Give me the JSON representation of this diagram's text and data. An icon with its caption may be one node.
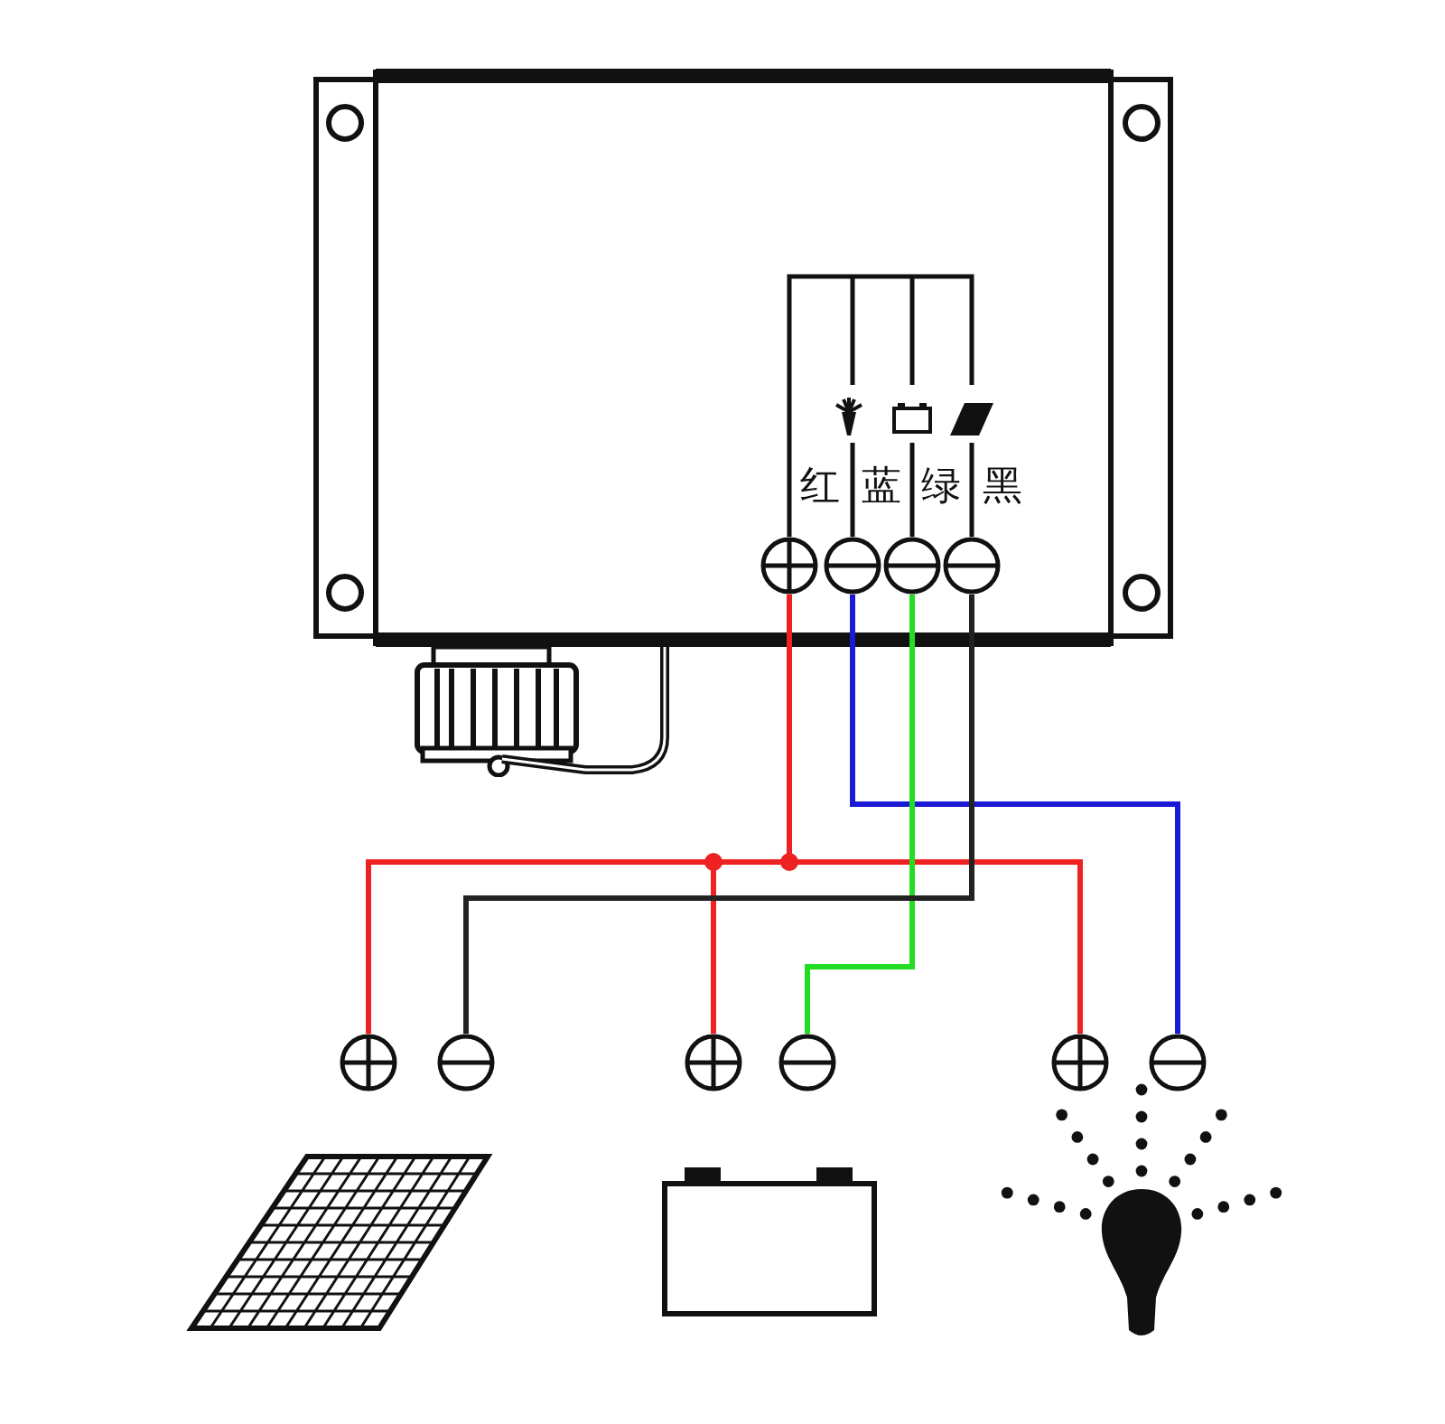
{
  "diagram": {
    "nodes": [
      {
        "text": [],
        "shape": "box"
      },
      {
        "text": [],
        "shape": "circle",
        "in": 0
      },
      {
        "text": [],
        "shape": "circle",
        "in": 0
      },
      {
        "text": [],
        "shape": "circle",
        "in": 0
      },
      {
        "text": [],
        "shape": "circle",
        "in": 0
      },
      {
        "text": [],
        "shape": "circle"
      },
      {
        "text": [],
        "shape": "circle"
      },
      {
        "text": [],
        "shape": "circle"
      },
      {
        "text": [],
        "shape": "circle"
      },
      {
        "text": [],
        "shape": "circle"
      },
      {
        "text": [],
        "shape": "circle"
      },
      {
        "text": [],
        "shape": "picture"
      },
      {
        "text": [],
        "shape": "box"
      },
      {
        "text": [],
        "shape": "picture"
      }
    ],
    "edges": [
      {
        "from": 1,
        "to": 5,
        "arrow": "none",
        "color": "#ee2222"
      },
      {
        "from": 1,
        "to": 7,
        "arrow": "none",
        "color": "#ee2222"
      },
      {
        "from": 1,
        "to": 9,
        "arrow": "none",
        "color": "#ee2222"
      },
      {
        "from": 2,
        "to": 10,
        "arrow": "none",
        "color": "#1a1ad6"
      },
      {
        "from": 3,
        "to": 8,
        "arrow": "none",
        "color": "#22dd22"
      },
      {
        "from": 4,
        "to": 6,
        "arrow": "none",
        "color": "#222222"
      }
    ],
    "labels": [
      "红",
      "蓝",
      "绿",
      "黑"
    ]
  }
}
